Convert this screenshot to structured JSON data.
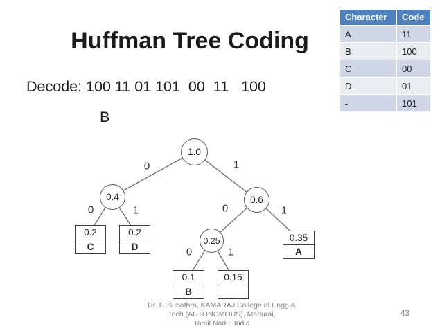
{
  "slide": {
    "title": "Huffman Tree Coding",
    "decode_prompt": "Decode: 100 11 01 101  00  11   100",
    "decode_answer": "B",
    "footer_lines": [
      "Dr. P. Subathra, KAMARAJ College of Engg &",
      "Tech (AUTONOMOUS), Madurai,",
      "Tamil Nadu, India"
    ],
    "page_number": "43"
  },
  "code_table": {
    "headers": [
      "Character",
      "Code"
    ],
    "rows": [
      {
        "character": "A",
        "code": "11"
      },
      {
        "character": "B",
        "code": "100"
      },
      {
        "character": "C",
        "code": "00"
      },
      {
        "character": "D",
        "code": "01"
      },
      {
        "character": "-",
        "code": "101"
      }
    ],
    "colors": {
      "header_bg": "#4f81bd",
      "header_text": "#ffffff",
      "band_dark": "#cfd7e7",
      "band_light": "#e9edf2"
    }
  },
  "tree": {
    "internal_nodes": [
      {
        "label": "1.0"
      },
      {
        "label": "0.4"
      },
      {
        "label": "0.6"
      },
      {
        "label": "0.25"
      }
    ],
    "leaves": [
      {
        "prob": "0.2",
        "char": "C"
      },
      {
        "prob": "0.2",
        "char": "D"
      },
      {
        "prob": "0.35",
        "char": "A"
      },
      {
        "prob": "0.1",
        "char": "B"
      },
      {
        "prob": "0.15",
        "char": "_"
      }
    ],
    "edge_labels": [
      "0",
      "1",
      "0",
      "1",
      "0",
      "1",
      "0",
      "1"
    ]
  }
}
